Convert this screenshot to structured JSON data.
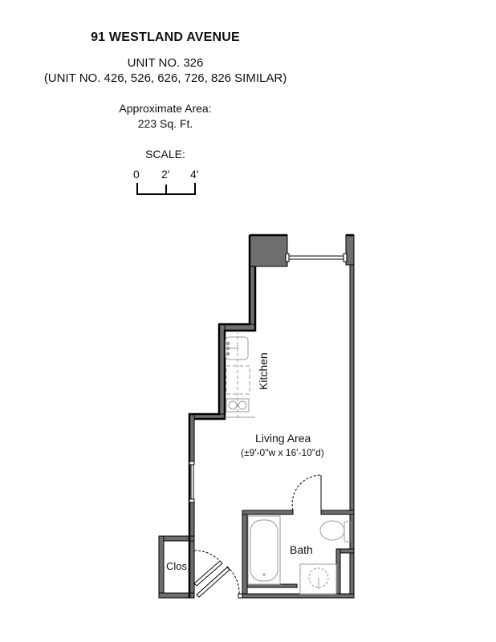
{
  "header": {
    "building": "91 WESTLAND AVENUE",
    "unit": "UNIT NO. 326",
    "similar_units": "(UNIT NO. 426, 526, 626, 726, 826 SIMILAR)",
    "area_label": "Approximate Area:",
    "area_value": "223 Sq. Ft."
  },
  "scale": {
    "label": "SCALE:",
    "ticks": [
      "0",
      "2'",
      "4'"
    ]
  },
  "rooms": {
    "kitchen": "Kitchen",
    "living": "Living Area",
    "living_dims": "(±9'-0\"w x 16'-10\"d)",
    "bath": "Bath",
    "closet": "Clos."
  },
  "colors": {
    "wall_fill": "#6e6e6e",
    "wall_outline": "#000000",
    "fixture_line": "#9a9a9a",
    "background": "#ffffff"
  }
}
